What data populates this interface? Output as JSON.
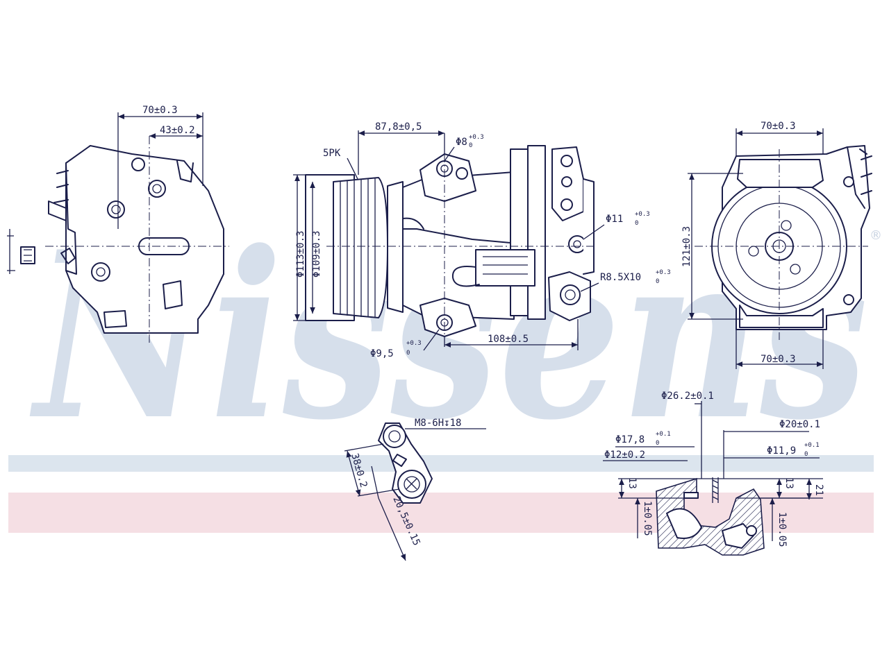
{
  "watermark": {
    "text": "Nissens",
    "registered": "®"
  },
  "colors": {
    "ink": "#1b1e4a",
    "watermark": "#d6dfeb",
    "band_blue": "#dce5ee",
    "band_red": "#f5dfe4"
  },
  "views": {
    "side": {
      "width": "70±0.3",
      "offset": "43±0.2"
    },
    "front": {
      "belt": "5PK",
      "hub_offset": "87,8±0,5",
      "hole_top": "Φ8",
      "hole_top_tol": "+0.3",
      "hole_top_tol2": "0",
      "pulley_outer": "Φ113±0.3",
      "pulley_inner": "Φ109±0.3",
      "port": "Φ11",
      "port_tol": "+0.3",
      "port_tol2": "0",
      "thread": "R8.5X10",
      "thread_tol": "+0.3",
      "thread_tol2": "0",
      "hole_bottom": "Φ9,5",
      "hole_bottom_tol": "+0.3",
      "hole_bottom_tol2": "0",
      "length": "108±0.5"
    },
    "rear": {
      "width_top": "70±0.3",
      "height": "121±0.3",
      "width_bottom": "70±0.3"
    },
    "bracket": {
      "thread": "M8-6H↧18",
      "height": "38±0.2",
      "offset": "20,5±0.15"
    },
    "port_section": {
      "d1": "Φ26.2±0.1",
      "d2": "Φ20±0.1",
      "d3": "Φ17,8",
      "d3_tol": "+0.1",
      "d3_tol2": "0",
      "d4": "Φ12±0.2",
      "d5": "Φ11,9",
      "d5_tol": "+0.1",
      "d5_tol2": "0",
      "h1": "13",
      "h2": "1±0.05",
      "h3": "13",
      "h4": "21",
      "h5": "1±0.05"
    }
  }
}
